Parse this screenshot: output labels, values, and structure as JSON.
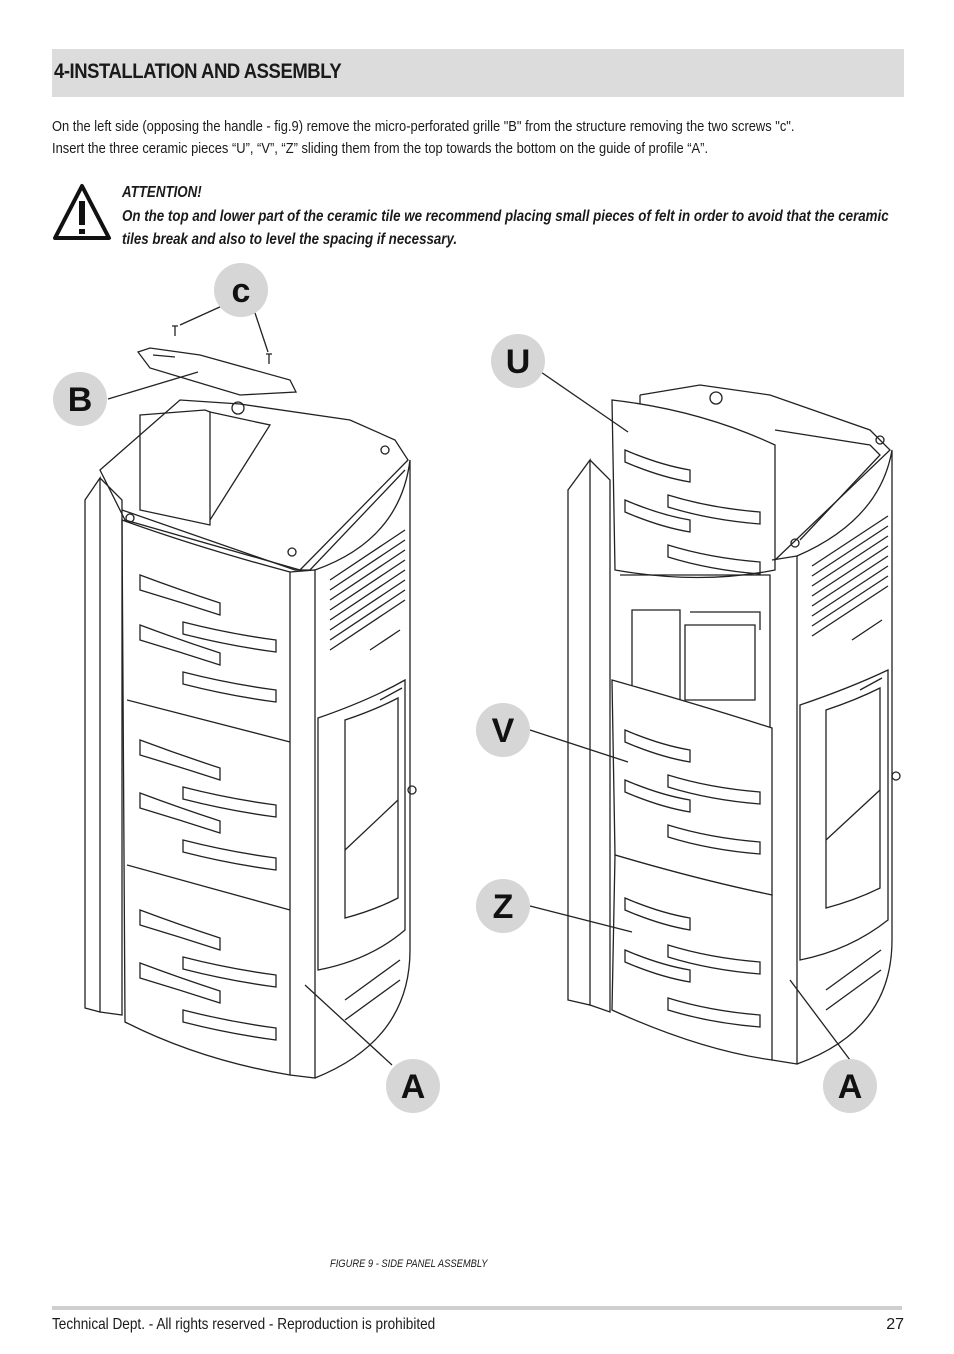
{
  "header": {
    "title": "4-INSTALLATION AND ASSEMBLY"
  },
  "intro": {
    "line1": "On the left side (opposing the handle - fig.9) remove the micro-perforated grille \"B\" from the structure removing the two screws \"c\".",
    "line2": "Insert the three ceramic pieces “U”, “V”, “Z” sliding them from the top towards the bottom on the guide of profile “A”."
  },
  "attention": {
    "label": "ATTENTION!",
    "text": "On the top and lower part of the ceramic tile we recommend placing small pieces of felt in order to avoid that the ceramic tiles break and also to level the spacing if necessary."
  },
  "figure": {
    "callouts": {
      "c": "c",
      "b": "B",
      "a_left": "A",
      "u": "U",
      "v": "V",
      "z": "Z",
      "a_right": "A"
    },
    "caption": "FIGURE 9 - SIDE PANEL ASSEMBLY"
  },
  "footer": {
    "text": "Technical Dept. - All rights reserved - Reproduction is prohibited",
    "page_number": "27"
  },
  "icons": {
    "warning": "warning-triangle-icon"
  }
}
